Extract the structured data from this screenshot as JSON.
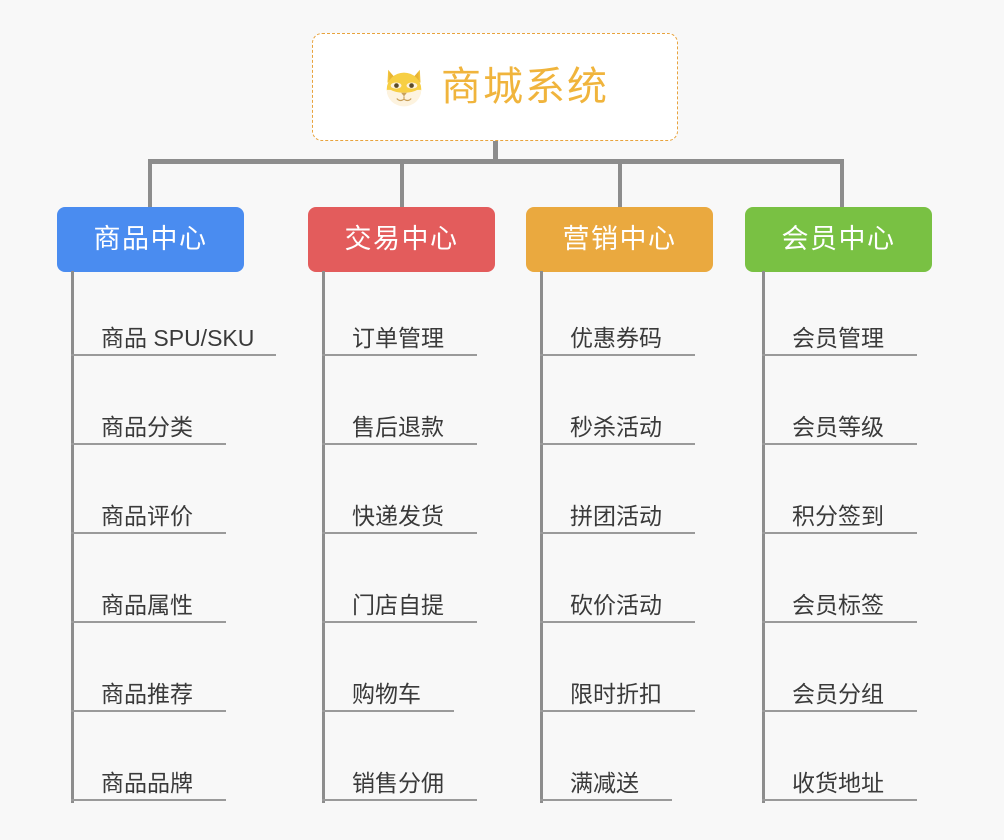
{
  "page": {
    "background_color": "#f8f8f8",
    "type": "mindmap-tree"
  },
  "root": {
    "title": "商城系统",
    "icon": "shiba-dog-face-icon",
    "border_color": "#e8a33d",
    "text_color": "#f0b43c",
    "background_color": "#ffffff"
  },
  "branches": [
    {
      "label": "商品中心",
      "color": "#4a8cf0",
      "items": [
        "商品 SPU/SKU",
        "商品分类",
        "商品评价",
        "商品属性",
        "商品推荐",
        "商品品牌"
      ]
    },
    {
      "label": "交易中心",
      "color": "#e35c5c",
      "items": [
        "订单管理",
        "售后退款",
        "快递发货",
        "门店自提",
        "购物车",
        "销售分佣"
      ]
    },
    {
      "label": "营销中心",
      "color": "#eaa93f",
      "items": [
        "优惠券码",
        "秒杀活动",
        "拼团活动",
        "砍价活动",
        "限时折扣",
        "满减送"
      ]
    },
    {
      "label": "会员中心",
      "color": "#79c143",
      "items": [
        "会员管理",
        "会员等级",
        "积分签到",
        "会员标签",
        "会员分组",
        "收货地址"
      ]
    }
  ],
  "connector_color": "#8d8d8d",
  "leaf_text_color": "#3a3a3a",
  "leaf_underline_color": "#9a9a9a"
}
